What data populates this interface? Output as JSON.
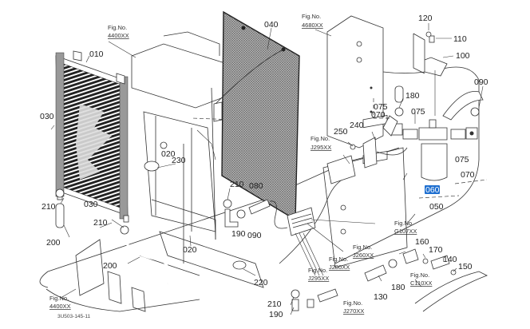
{
  "diagram": {
    "drawing_number": "3U503-145-11",
    "highlight_color": "#1e6fd0",
    "callouts": [
      {
        "id": "010",
        "label": "010"
      },
      {
        "id": "020a",
        "label": "020"
      },
      {
        "id": "020b",
        "label": "020"
      },
      {
        "id": "030a",
        "label": "030"
      },
      {
        "id": "030b",
        "label": "030"
      },
      {
        "id": "040",
        "label": "040"
      },
      {
        "id": "050",
        "label": "050"
      },
      {
        "id": "060",
        "label": "060",
        "highlighted": true
      },
      {
        "id": "070a",
        "label": "070"
      },
      {
        "id": "070b",
        "label": "070"
      },
      {
        "id": "075a",
        "label": "075"
      },
      {
        "id": "075b",
        "label": "075"
      },
      {
        "id": "075c",
        "label": "075"
      },
      {
        "id": "080",
        "label": "080"
      },
      {
        "id": "090a",
        "label": "090"
      },
      {
        "id": "090b",
        "label": "090"
      },
      {
        "id": "100",
        "label": "100"
      },
      {
        "id": "110",
        "label": "110"
      },
      {
        "id": "120",
        "label": "120"
      },
      {
        "id": "130",
        "label": "130"
      },
      {
        "id": "140",
        "label": "140"
      },
      {
        "id": "150",
        "label": "150"
      },
      {
        "id": "160",
        "label": "160"
      },
      {
        "id": "170",
        "label": "170"
      },
      {
        "id": "180a",
        "label": "180"
      },
      {
        "id": "180b",
        "label": "180"
      },
      {
        "id": "190a",
        "label": "190"
      },
      {
        "id": "190b",
        "label": "190"
      },
      {
        "id": "200a",
        "label": "200"
      },
      {
        "id": "200b",
        "label": "200"
      },
      {
        "id": "210a",
        "label": "210"
      },
      {
        "id": "210b",
        "label": "210"
      },
      {
        "id": "210c",
        "label": "210"
      },
      {
        "id": "210d",
        "label": "210"
      },
      {
        "id": "220",
        "label": "220"
      },
      {
        "id": "230",
        "label": "230"
      },
      {
        "id": "240",
        "label": "240"
      },
      {
        "id": "250",
        "label": "250"
      }
    ],
    "figure_refs": [
      {
        "id": "4400a",
        "label": "Fig.No.",
        "code": "4400XX"
      },
      {
        "id": "4680",
        "label": "Fig.No.",
        "code": "4680XX"
      },
      {
        "id": "J295a",
        "label": "Fig.No.",
        "code": "J295XX"
      },
      {
        "id": "G107",
        "label": "Fig.No.",
        "code": "G107XX"
      },
      {
        "id": "J260",
        "label": "Fig.No.",
        "code": "J260XX"
      },
      {
        "id": "J280",
        "label": "Fig.No.",
        "code": "J280XX"
      },
      {
        "id": "J295b",
        "label": "Fig.No.",
        "code": "J295XX"
      },
      {
        "id": "C110",
        "label": "Fig.No.",
        "code": "C110XX"
      },
      {
        "id": "J270",
        "label": "Fig.No.",
        "code": "J270XX"
      },
      {
        "id": "4400b",
        "label": "Fig.No.",
        "code": "4400XX"
      }
    ]
  }
}
